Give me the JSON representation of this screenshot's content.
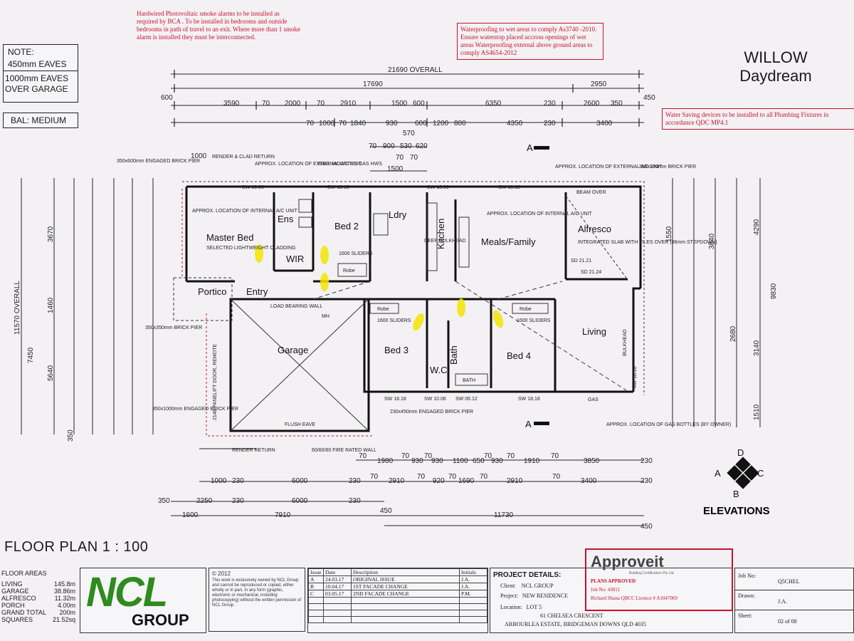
{
  "notes": {
    "smoke_alarm": "Hardwired Photovoltaic smoke alarms to be installed as required by BCA . To be installed in bedrooms and outside bedrooms in path of travel to an exit. Where more than 1 smoke alarm is installed they must be interconnected.",
    "waterproofing": "Waterproofing to wet areas to comply As3740 -2010. Ensure waterstop placed accross openings of wet areas Waterproofing external above ground areas to comply AS4654-2012",
    "water_saving": "Water Saving devices to be installed to all Plumbing Fixtures in accordance QDC MP4.1",
    "eaves_note": "NOTE:",
    "eaves_1": "450mm EAVES",
    "eaves_2": "1000mm EAVES OVER GARAGE",
    "bal": "BAL: MEDIUM"
  },
  "plan_title": {
    "name": "WILLOW",
    "facade": "Daydream"
  },
  "floor_plan_label": "FLOOR PLAN 1 : 100",
  "elevations": {
    "label": "ELEVATIONS",
    "a": "A",
    "b": "B",
    "c": "C",
    "d": "D"
  },
  "rooms": {
    "master_bed": "Master Bed",
    "ens": "Ens",
    "wir": "WIR",
    "bed2": "Bed 2",
    "ldry": "Ldry",
    "kitchen": "Kitchen",
    "meals_family": "Meals/Family",
    "alfresco": "Alfresco",
    "portico": "Portico",
    "entry": "Entry",
    "garage": "Garage",
    "bed3": "Bed 3",
    "bath": "Bath",
    "wc": "W.C",
    "bed4": "Bed 4",
    "living": "Living"
  },
  "dimensions": {
    "overall_top": "21690 OVERALL",
    "d17690": "17690",
    "d2950": "2950",
    "d600": "600",
    "d450": "450",
    "row3": [
      "3590",
      "70",
      "2000",
      "70",
      "2910",
      "1500",
      "600",
      "6350",
      "230",
      "2600",
      "350"
    ],
    "row4": [
      "70",
      "1000",
      "70",
      "1840",
      "930",
      "600",
      "1200",
      "800",
      "4350",
      "230",
      "3400"
    ],
    "row5": [
      "70",
      "900",
      "530",
      "620",
      "70",
      "70"
    ],
    "d1500": "1500",
    "d1000": "1000",
    "d570": "570",
    "d230": "230",
    "left_overall": "11570 OVERALL",
    "bottom1": [
      "70",
      "1980",
      "70",
      "930",
      "70",
      "930",
      "1100",
      "650",
      "70",
      "930",
      "70",
      "1910",
      "70",
      "3850",
      "230"
    ],
    "bottom2": [
      "1000",
      "230",
      "6000",
      "230",
      "70",
      "2910",
      "70",
      "920",
      "70",
      "1690",
      "70",
      "2910",
      "70",
      "3400",
      "230"
    ],
    "bottom3": [
      "350",
      "2250",
      "230",
      "6000",
      "230"
    ],
    "bottom4": [
      "1600",
      "7910",
      "450",
      "11730",
      "450"
    ],
    "left_v": [
      "3670",
      "1460",
      "7450",
      "5640",
      "350"
    ],
    "right_v": [
      "1550",
      "3840",
      "4290",
      "9830",
      "3140",
      "2680",
      "1510"
    ]
  },
  "labels": {
    "sw1006": "SW 10.06",
    "sw1818": "SW 18.18",
    "sw1809": "SW 18.09",
    "sw1818b": "SW 18.18",
    "beam_over": "BEAM OVER",
    "load_bearing_wall": "LOAD BEARING WALL",
    "flush_eave": "FLUSH EAVE",
    "robe": "Robe",
    "suders": "1600 SLIDERS",
    "mh": "MH",
    "bath_label": "BATH",
    "panelift": "2148 PANELIFT DOOR, REMOTE",
    "gas": "GAS",
    "ext_ac": "APPROX. LOCATION OF EXTERNAL A/C UNIT",
    "int_ac": "APPROX. LOCATION OF INTERNAL A/C UNIT",
    "gas_hws": "WALL MOUNTED GAS HWS",
    "brick_pier_1": "350x600mm ENGAGED BRICK PIER",
    "brick_pier_2": "350x350mm BRICK PIER",
    "brick_pier_3": "350x350mm BRICK PIER",
    "brick_pier_4": "350x1000mm ENGAGED BRICK PIER",
    "brick_pier_5": "230x450mm ENGAGED BRICK PIER",
    "render_return": "RENDER & CLAD RETURN",
    "render_return_2": "RENDER RETURN",
    "fire_wall": "60/60/60 FIRE RATED WALL",
    "gas_bottles": "APPROX. LOCATION OF GAS BOTTLES (BY OWNER)",
    "alfresco_slab": "INTEGRATED SLAB WITH TILES OVER (86mm STEPDOWN)",
    "sd2121": "SD 21.21",
    "sd2124": "SD 21.24",
    "sw0612": "SW 06.12",
    "sw1006b": "SW 10.06",
    "sw1818c": "SW 18.18",
    "sw1818d": "SW 18.18",
    "aw1818": "AW 18.18",
    "bulkhead": "BULKHEAD",
    "deep_bulkhead": "DEEP BULKHEAD",
    "selected_lightweight": "SELECTED LIGHTWEIGHT CLADDING",
    "section_a": "A"
  },
  "floor_areas": {
    "heading": "FLOOR AREAS",
    "rows": [
      {
        "label": "LIVING",
        "value": "145.8m"
      },
      {
        "label": "GARAGE",
        "value": "38.86m"
      },
      {
        "label": "ALFRESCO",
        "value": "11.32m"
      },
      {
        "label": "PORCH",
        "value": "4.00m"
      },
      {
        "label": "GRAND TOTAL",
        "value": "200m"
      },
      {
        "label": "SQUARES",
        "value": "21.52sq"
      }
    ]
  },
  "logo": {
    "ncl": "NCL",
    "group": "GROUP"
  },
  "copyright": {
    "year": "© 2012",
    "text": "This work is exclusively owned by NCL Group and cannot be reproduced or copied, either wholly or in part, in any form (graphic, electronic or mechanical, including photocopying) without the written permission of NCL Group."
  },
  "revisions": {
    "headers": [
      "Issue",
      "Date",
      "Description",
      "Initials"
    ],
    "rows": [
      [
        "A",
        "24.03.17",
        "ORIGINAL ISSUE",
        "J.A."
      ],
      [
        "B",
        "10.04.17",
        "1ST FACADE CHANGE",
        "J.A."
      ],
      [
        "C",
        "03.05.17",
        "2ND FACADE CHANGE",
        "P.M."
      ]
    ]
  },
  "project": {
    "heading": "PROJECT DETAILS:",
    "client_label": "Client:",
    "client": "NCL GROUP",
    "project_label": "Project:",
    "project": "NEW RESIDENCE",
    "location_label": "Location:",
    "location": "LOT 5",
    "address1": "61 CHELSEA CRESCENT",
    "address2": "ARBOURLEA ESTATE, BRIDGEMAN DOWNS QLD 4035"
  },
  "approval": {
    "brand": "Approveit",
    "tagline": "Building Certification Pty Ltd",
    "stamp1": "PLANS APPROVED",
    "stamp2": "Job No: 43811",
    "stamp3": "Richard Shana QBCC Licence # A1047069"
  },
  "sheet": {
    "job_label": "Job No:",
    "job": "Q5CHEL",
    "drawn_label": "Drawn:",
    "drawn": "J.A.",
    "sheet_label": "Sheet:",
    "sheet": "02 of 08"
  },
  "colors": {
    "accent_red": "#c8102e",
    "ncl_green": "#2e8b1e",
    "highlight": "#f2e600"
  }
}
